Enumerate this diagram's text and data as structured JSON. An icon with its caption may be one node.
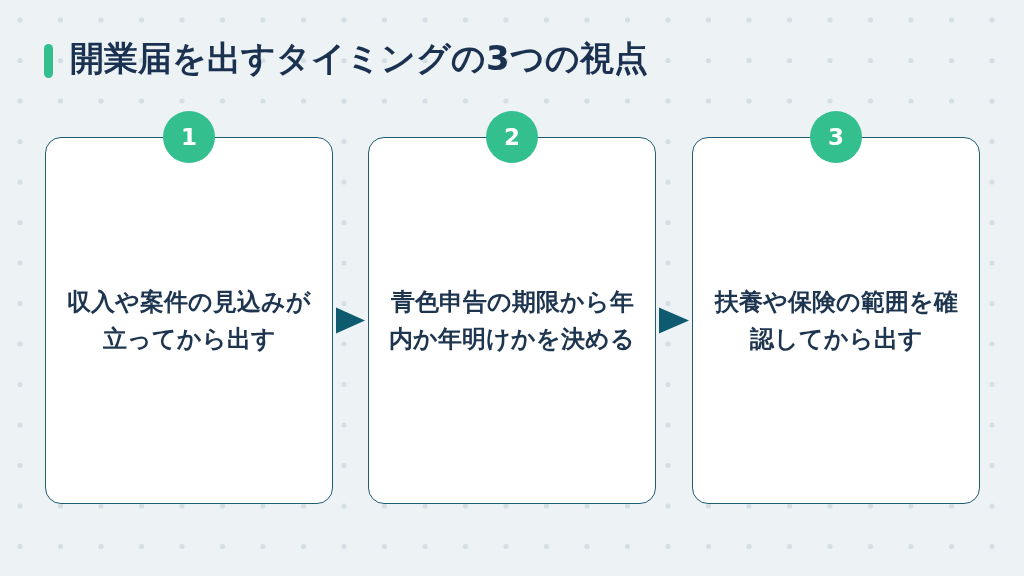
{
  "diagram": {
    "title": "開業届を出すタイミングの3つの視点",
    "nodes": [
      {
        "text": [
          "1",
          "収入や案件の見込みが立ってから出す"
        ]
      },
      {
        "text": [
          "2",
          "青色申告の期限から年内か年明けかを決める"
        ]
      },
      {
        "text": [
          "3",
          "扶養や保険の範囲を確認してから出す"
        ]
      }
    ],
    "edges": [
      {
        "from": 0,
        "to": 1,
        "arrow": "to"
      },
      {
        "from": 1,
        "to": 2,
        "arrow": "to"
      }
    ]
  }
}
